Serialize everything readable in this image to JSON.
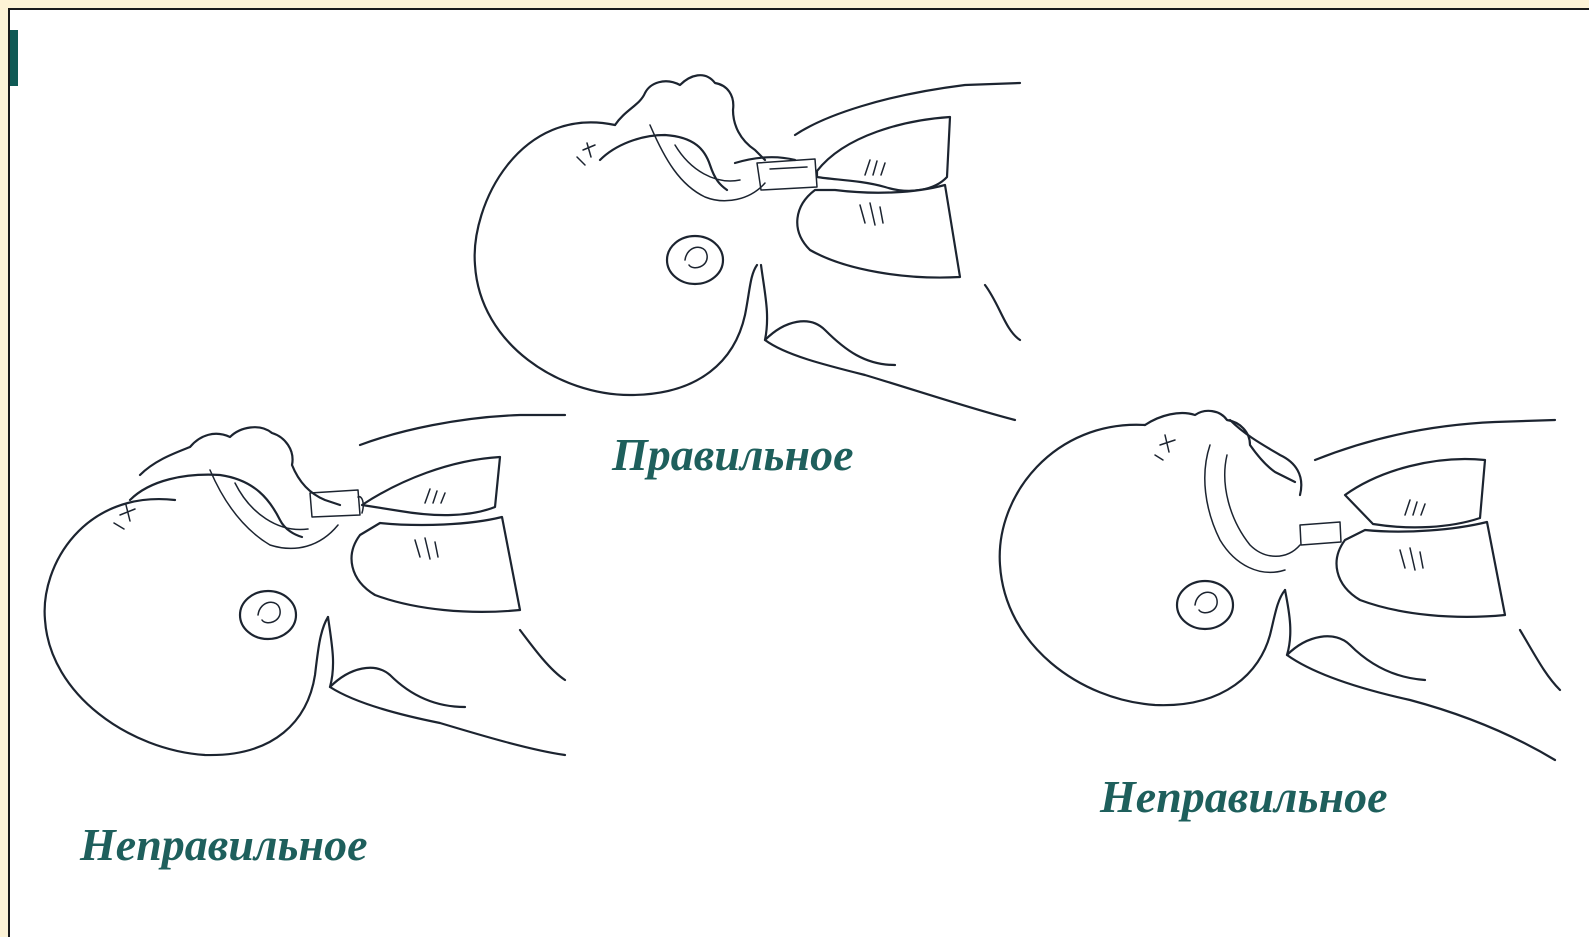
{
  "captions": {
    "correct": "Правильное",
    "incorrect_left": "Неправильное",
    "incorrect_right": "Неправильное"
  },
  "colors": {
    "caption": "#1e5f5c",
    "background": "#fdf3d6",
    "line": "#1c2430",
    "accent_mark": "#0f5a55"
  },
  "illustrations": [
    {
      "id": "correct",
      "subject": "infant-head-extended-airway-open"
    },
    {
      "id": "incorrect_left",
      "subject": "infant-head-overextended"
    },
    {
      "id": "incorrect_right",
      "subject": "infant-head-flexed"
    }
  ]
}
